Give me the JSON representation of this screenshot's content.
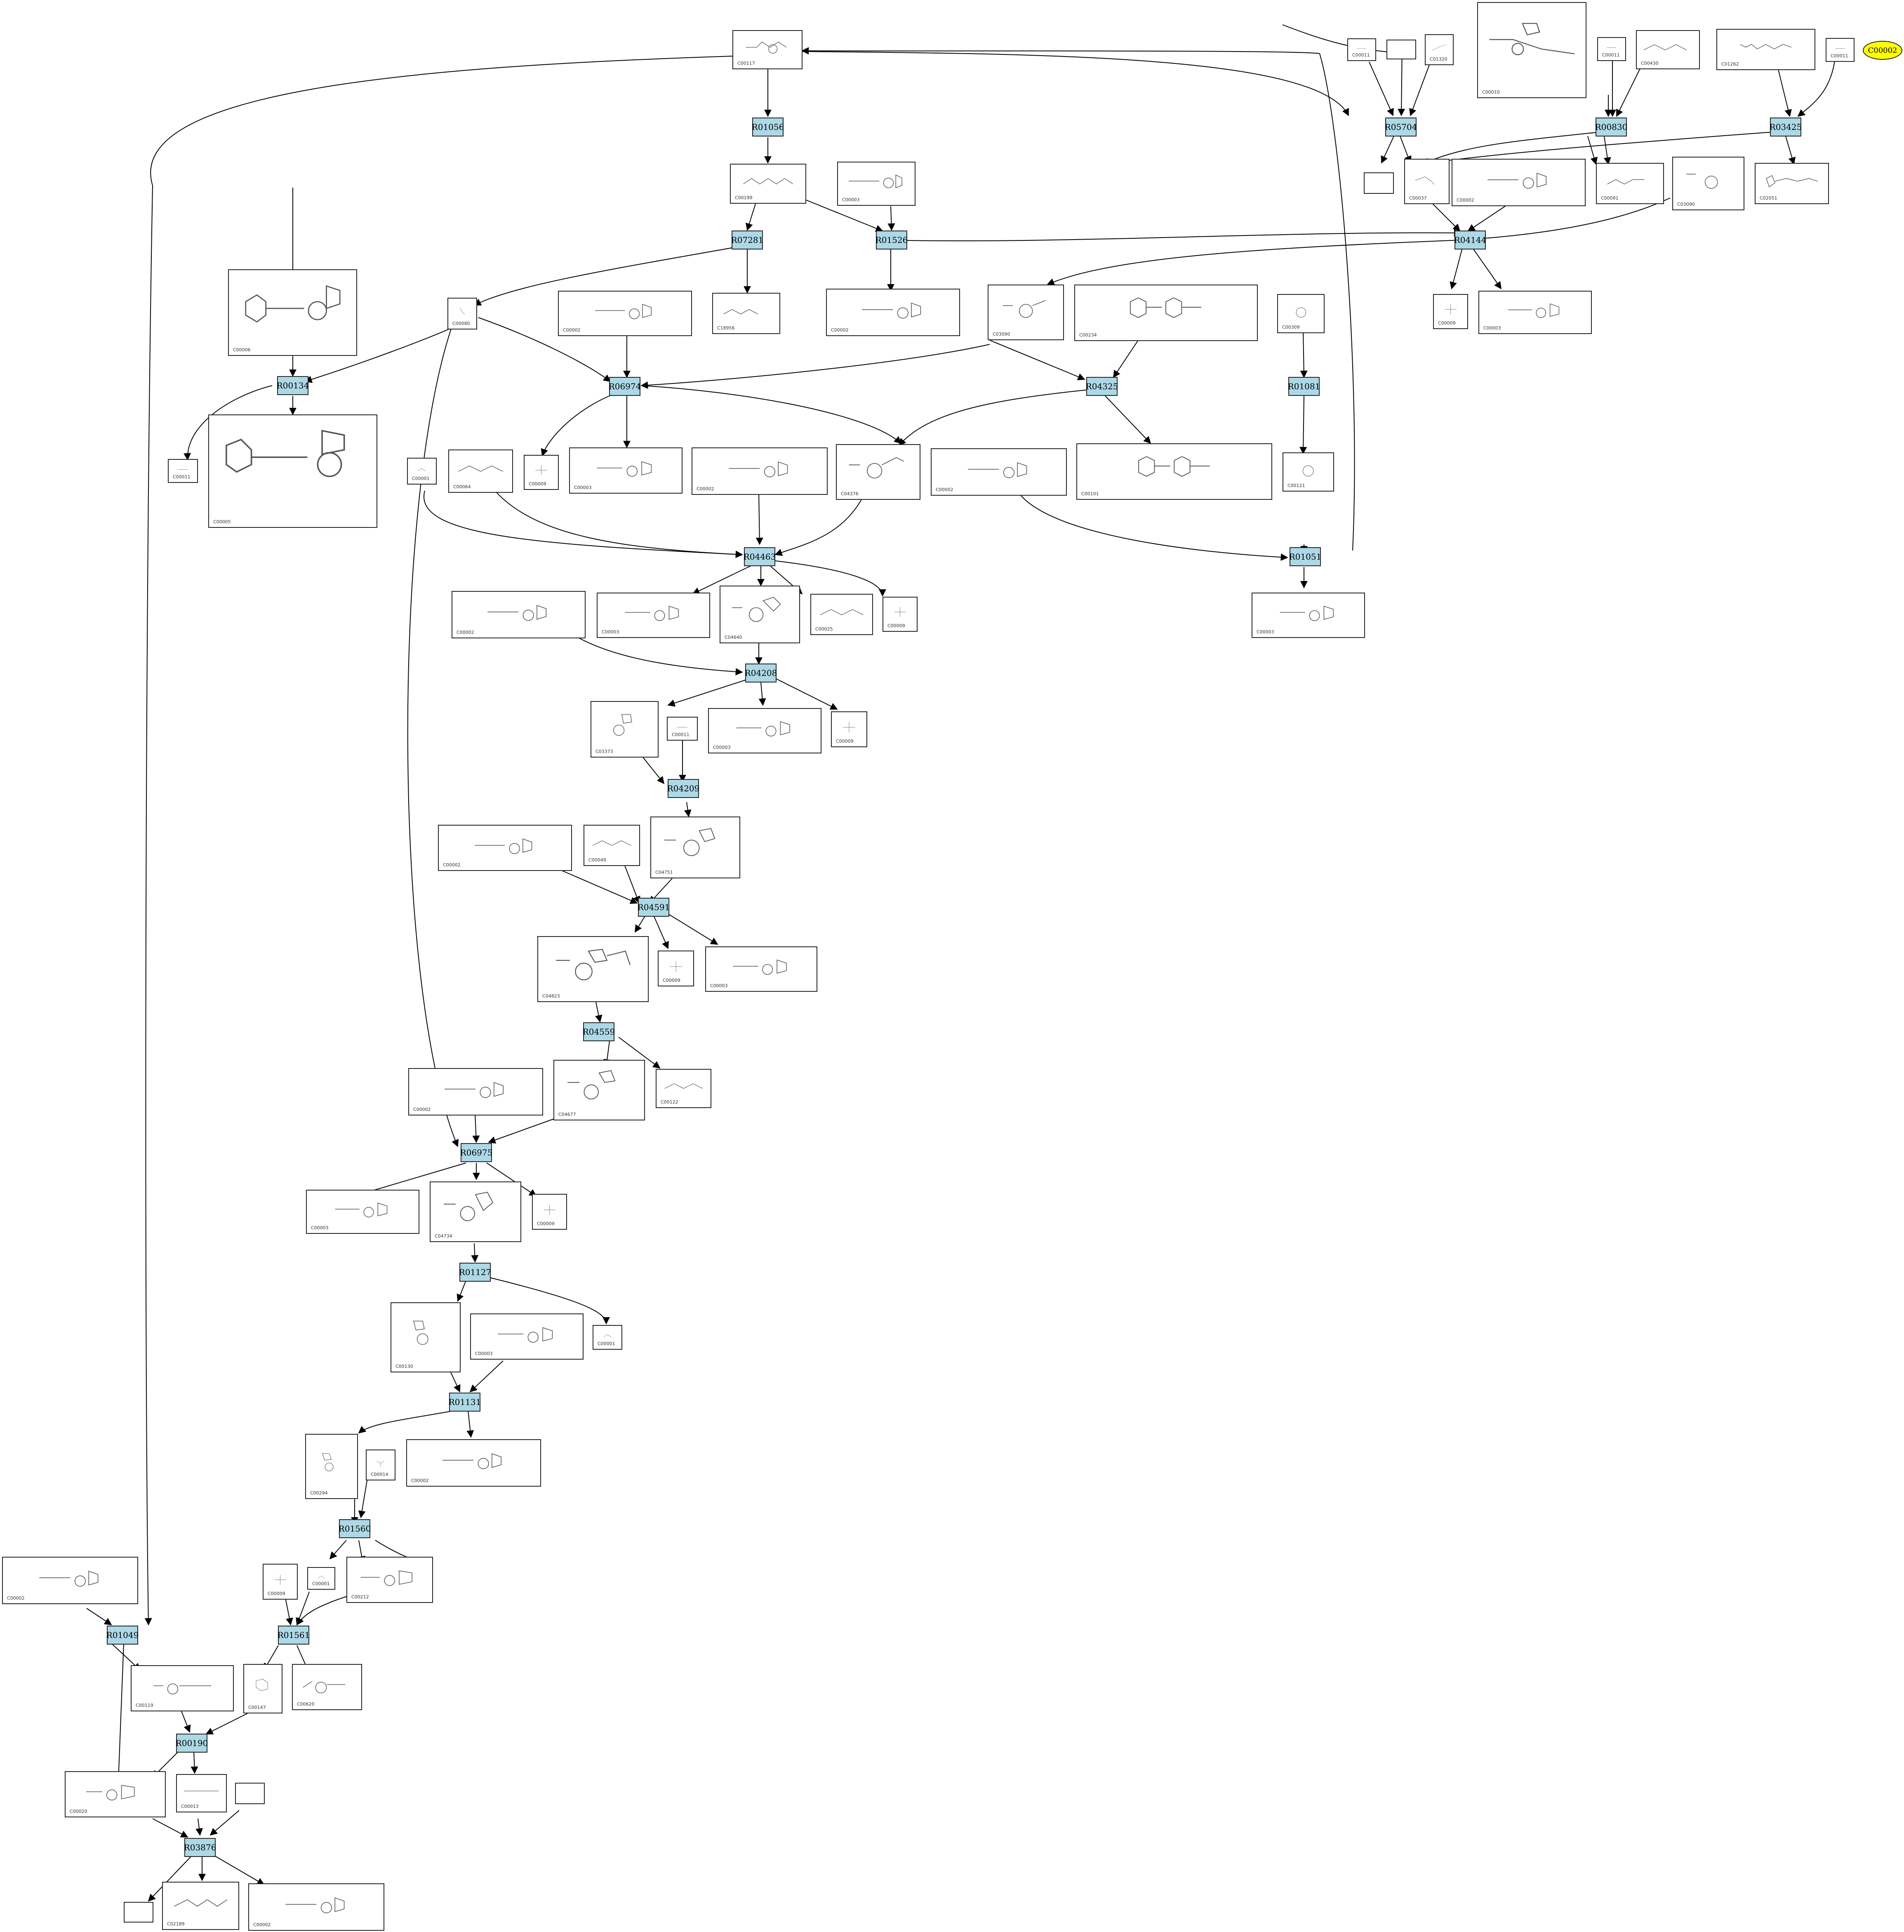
{
  "reactions": [
    {
      "id": "R01056",
      "label": "R01056"
    },
    {
      "id": "R07281",
      "label": "R07281"
    },
    {
      "id": "R01526",
      "label": "R01526"
    },
    {
      "id": "R00134",
      "label": "R00134"
    },
    {
      "id": "R06974",
      "label": "R06974"
    },
    {
      "id": "R04325",
      "label": "R04325"
    },
    {
      "id": "R01081",
      "label": "R01081"
    },
    {
      "id": "R05704",
      "label": "R05704"
    },
    {
      "id": "R00830",
      "label": "R00830"
    },
    {
      "id": "R03425",
      "label": "R03425"
    },
    {
      "id": "R04144",
      "label": "R04144"
    },
    {
      "id": "R04463",
      "label": "R04463"
    },
    {
      "id": "R01051",
      "label": "R01051"
    },
    {
      "id": "R04208",
      "label": "R04208"
    },
    {
      "id": "R04209",
      "label": "R04209"
    },
    {
      "id": "R04591",
      "label": "R04591"
    },
    {
      "id": "R04559",
      "label": "R04559"
    },
    {
      "id": "R06975",
      "label": "R06975"
    },
    {
      "id": "R01127",
      "label": "R01127"
    },
    {
      "id": "R01131",
      "label": "R01131"
    },
    {
      "id": "R01560",
      "label": "R01560"
    },
    {
      "id": "R01561",
      "label": "R01561"
    },
    {
      "id": "R01049",
      "label": "R01049"
    },
    {
      "id": "R00190",
      "label": "R00190"
    },
    {
      "id": "R03876",
      "label": "R03876"
    }
  ],
  "highlight": {
    "label": "C00002"
  },
  "compounds": [
    {
      "label": "C00117"
    },
    {
      "label": "C00199"
    },
    {
      "label": "C00003"
    },
    {
      "label": "C00006"
    },
    {
      "label": "C00080"
    },
    {
      "label": "C00002"
    },
    {
      "label": "C18956"
    },
    {
      "label": "C00002"
    },
    {
      "label": "C03090"
    },
    {
      "label": "C00234"
    },
    {
      "label": "C00309"
    },
    {
      "label": "C00011"
    },
    {
      "label": ""
    },
    {
      "label": "C01320"
    },
    {
      "label": "C00010"
    },
    {
      "label": "C00011"
    },
    {
      "label": "C00430"
    },
    {
      "label": "C01262"
    },
    {
      "label": "C00011"
    },
    {
      "label": ""
    },
    {
      "label": "C00037"
    },
    {
      "label": "C00002"
    },
    {
      "label": "C00091"
    },
    {
      "label": "C03090"
    },
    {
      "label": "C02051"
    },
    {
      "label": "C00009"
    },
    {
      "label": "C00003"
    },
    {
      "label": "C00005"
    },
    {
      "label": "C00011"
    },
    {
      "label": "C00009"
    },
    {
      "label": "C00003"
    },
    {
      "label": "C00001"
    },
    {
      "label": "C00064"
    },
    {
      "label": "C00002"
    },
    {
      "label": "C04376"
    },
    {
      "label": "C00002"
    },
    {
      "label": "C00101"
    },
    {
      "label": "C00121"
    },
    {
      "label": "C00002"
    },
    {
      "label": "C00003"
    },
    {
      "label": "C04640"
    },
    {
      "label": "C00025"
    },
    {
      "label": "C00009"
    },
    {
      "label": "C00003"
    },
    {
      "label": "C03373"
    },
    {
      "label": "C00003"
    },
    {
      "label": "C00009"
    },
    {
      "label": "C00011"
    },
    {
      "label": "C00002"
    },
    {
      "label": "C00049"
    },
    {
      "label": "C04751"
    },
    {
      "label": "C04823"
    },
    {
      "label": "C00009"
    },
    {
      "label": "C00003"
    },
    {
      "label": "C00002"
    },
    {
      "label": "C04677"
    },
    {
      "label": "C00122"
    },
    {
      "label": "C00003"
    },
    {
      "label": "C04734"
    },
    {
      "label": "C00009"
    },
    {
      "label": "C00130"
    },
    {
      "label": "C00003"
    },
    {
      "label": "C00001"
    },
    {
      "label": "C00294"
    },
    {
      "label": "C00014"
    },
    {
      "label": "C00002"
    },
    {
      "label": "C00009"
    },
    {
      "label": "C00001"
    },
    {
      "label": "C00212"
    },
    {
      "label": "C00002"
    },
    {
      "label": "C00119"
    },
    {
      "label": "C00147"
    },
    {
      "label": "C00620"
    },
    {
      "label": "C00020"
    },
    {
      "label": "C00013"
    },
    {
      "label": ""
    },
    {
      "label": ""
    },
    {
      "label": "C02189"
    },
    {
      "label": "C00002"
    }
  ]
}
